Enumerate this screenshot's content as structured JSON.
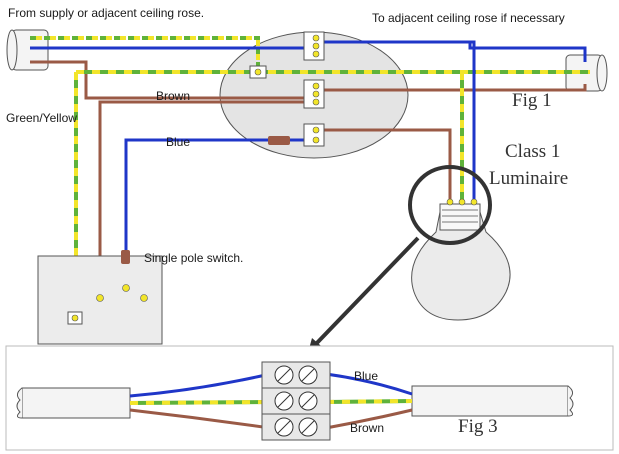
{
  "labels": {
    "supply": "From supply or adjacent ceiling rose.",
    "adjacent": "To adjacent ceiling rose if necessary",
    "brown_top": "Brown",
    "green_yellow": "Green/Yellow",
    "blue_mid": "Blue",
    "fig1": "Fig 1",
    "class1_line1": "Class 1",
    "class1_line2": "Luminaire",
    "switch": "Single pole switch.",
    "blue_bottom": "Blue",
    "brown_bottom": "Brown",
    "fig3": "Fig 3"
  },
  "colors": {
    "blue": "#1f36c8",
    "brown": "#9a5a46",
    "green": "#5fb23a",
    "yellow": "#f2e52a",
    "rose_fill": "#e4e4e4",
    "switch_fill": "#ececec",
    "bulb_fill": "#ebebeb",
    "cable_fill": "#f4f4f4",
    "terminal_fill": "#e8e8e8",
    "outline": "#555555"
  }
}
